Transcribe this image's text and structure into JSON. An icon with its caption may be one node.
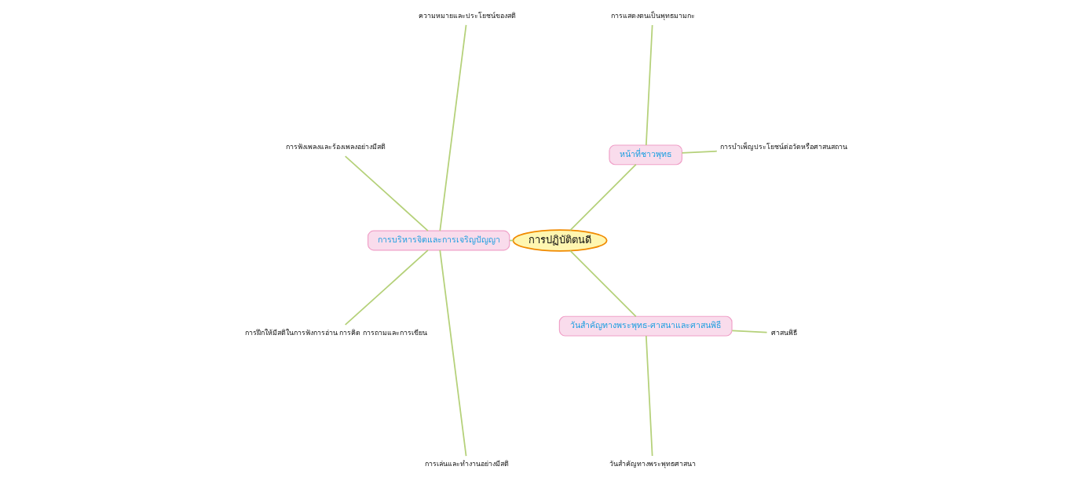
{
  "diagram": {
    "nodes": [
      {
        "text": [
          "การปฏิบัติตนดี"
        ]
      },
      {
        "text": [
          "หน้าที่ชาวพุทธ"
        ]
      },
      {
        "text": [
          "การบำเพ็ญประโยชน์ต่อวัดหรือศาสนสถาน"
        ]
      },
      {
        "text": [
          "การแสดงตนเป็นพุทธมามกะ"
        ]
      },
      {
        "text": [
          "การบริหารจิตและการเจริญปัญญา"
        ]
      },
      {
        "text": [
          "ความหมายและประโยชน์ของสติ"
        ]
      },
      {
        "text": [
          "การฟังเพลงและร้องเพลงอย่างมีสติ"
        ]
      },
      {
        "text": [
          "การฝึกให้มีสติในการฟังการอ่าน การคิด การถามและการเขียน"
        ]
      },
      {
        "text": [
          "การเล่นและทำงานอย่างมีสติ"
        ]
      },
      {
        "text": [
          "วันสำคัญทางพระพุทธ-ศาสนาและศาสนพิธี"
        ]
      },
      {
        "text": [
          "วันสำคัญทางพระพุทธศาสนา"
        ]
      },
      {
        "text": [
          "ศาสนพิธี"
        ]
      }
    ],
    "edges": [
      {
        "from": 0,
        "to": 1,
        "arrow": "none"
      },
      {
        "from": 0,
        "to": 4,
        "arrow": "none"
      },
      {
        "from": 0,
        "to": 9,
        "arrow": "none"
      },
      {
        "from": 1,
        "to": 2,
        "arrow": "none"
      },
      {
        "from": 1,
        "to": 3,
        "arrow": "none"
      },
      {
        "from": 4,
        "to": 5,
        "arrow": "none"
      },
      {
        "from": 4,
        "to": 6,
        "arrow": "none"
      },
      {
        "from": 4,
        "to": 7,
        "arrow": "none"
      },
      {
        "from": 4,
        "to": 8,
        "arrow": "none"
      },
      {
        "from": 9,
        "to": 10,
        "arrow": "none"
      },
      {
        "from": 9,
        "to": 11,
        "arrow": "none"
      }
    ]
  }
}
